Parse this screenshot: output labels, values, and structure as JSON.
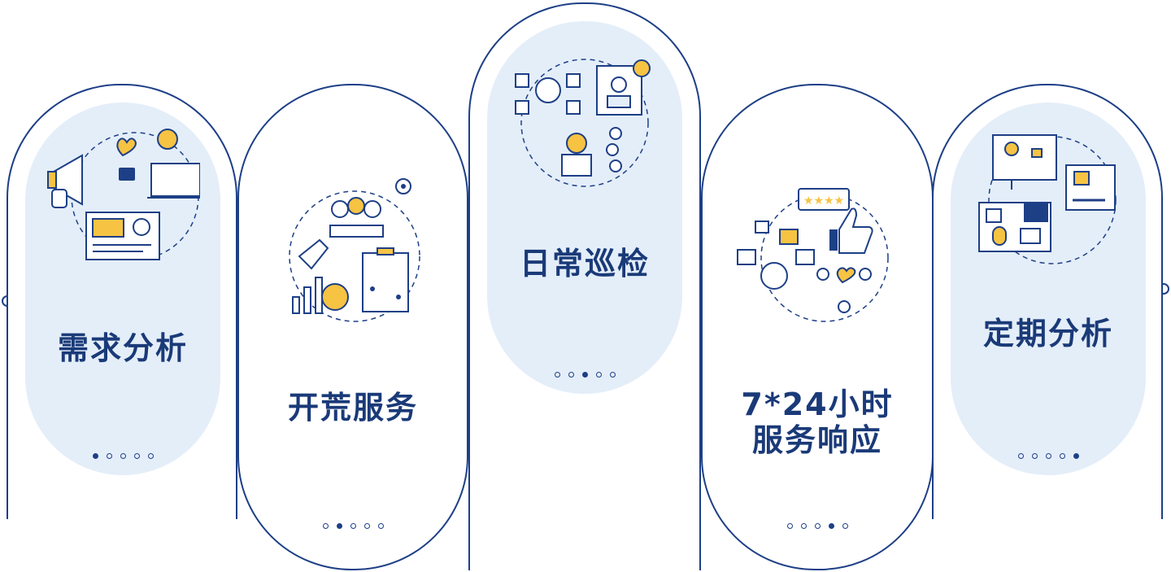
{
  "cards": [
    {
      "id": "demand-analysis",
      "title_lines": [
        "需求分析"
      ],
      "active_dot": 0,
      "dots": 5
    },
    {
      "id": "pioneer-service",
      "title_lines": [
        "开荒服务"
      ],
      "active_dot": 1,
      "dots": 5
    },
    {
      "id": "daily-inspection",
      "title_lines": [
        "日常巡检"
      ],
      "active_dot": 2,
      "dots": 5
    },
    {
      "id": "support-247",
      "title_lines": [
        "7*24小时",
        "服务响应"
      ],
      "active_dot": 3,
      "dots": 5
    },
    {
      "id": "periodic-analysis",
      "title_lines": [
        "定期分析"
      ],
      "active_dot": 4,
      "dots": 5
    }
  ],
  "icons": [
    "megaphone-icon",
    "team-icon",
    "network-icon",
    "thumbs-up-icon",
    "presentation-icon"
  ],
  "colors": {
    "navy": "#1d3f86",
    "light_blue": "#e4eef9",
    "yellow": "#f6c343",
    "text": "#1a3a78"
  }
}
